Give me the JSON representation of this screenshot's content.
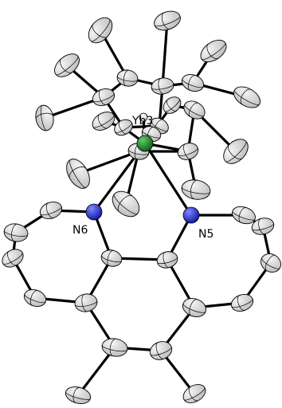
{
  "labels": {
    "metal": "Yb3",
    "nitrogen_left": "N6",
    "nitrogen_right": "N5"
  },
  "colors": {
    "bond": "#000000",
    "carbon": "#d8d8d8",
    "carbon_light": "#f4f4f4",
    "nitrogen": "#1a22c8",
    "nitrogen_light": "#6f78ff",
    "ytterbium": "#0f7a1a",
    "ytterbium_light": "#52c05c",
    "hydrogen": "#e6e6e6",
    "background": "#ffffff"
  }
}
